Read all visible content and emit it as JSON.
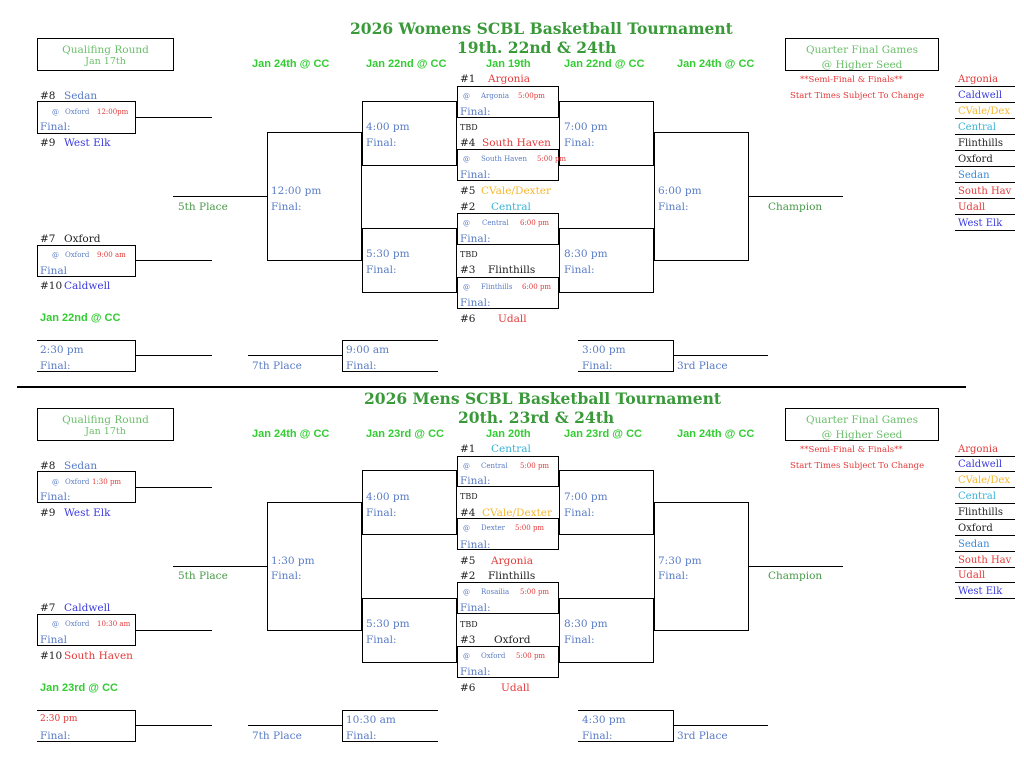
{
  "colors": {
    "title": "#3a9a3a",
    "date": "#33cc33",
    "blue": "#5a7dc6",
    "red": "#e33a3a",
    "green": "#4a9a4a",
    "orange": "#f5b731",
    "cyan": "#3ab3d6",
    "darkblue": "#3a3adf"
  },
  "women": {
    "title": "2026 Womens SCBL Basketball Tournament",
    "subtitle": "19th. 22nd & 24th",
    "qual_box": {
      "line1": "Qualifing Round",
      "line2": "Jan 17th"
    },
    "qf_box": {
      "line1": "Quarter Final Games",
      "line2": "@ Higher Seed"
    },
    "dates": [
      "Jan 24th @ CC",
      "Jan 22nd @ CC",
      "Jan 19th",
      "Jan 22nd @ CC",
      "Jan 24th @ CC"
    ],
    "notes": [
      "**Semi-Final & Finals**",
      "Start Times Subject To Change"
    ],
    "q1": {
      "top_seed": "#8",
      "top_team": "Sedan",
      "at": "@",
      "site": "Oxford",
      "time": "12:00pm",
      "final": "Final:",
      "bot_seed": "#9",
      "bot_team": "West Elk"
    },
    "q2": {
      "top_seed": "#7",
      "top_team": "Oxford",
      "at": "@",
      "site": "Oxford",
      "time": "9:00 am",
      "final": "Final",
      "bot_seed": "#10",
      "bot_team": "Caldwell"
    },
    "q2_date": "Jan 22nd @ CC",
    "qf": [
      {
        "seed": "#1",
        "team": "Argonia",
        "site": "Argonia",
        "time": "5:00pm",
        "final": "Final:"
      },
      {
        "seed": "#4",
        "team": "South Haven",
        "site": "South Haven",
        "time": "5:00 pm",
        "final": "Final:"
      },
      {
        "seed": "#2",
        "team": "Central",
        "site": "Central",
        "time": "6:00 pm",
        "final": "Final:"
      },
      {
        "seed": "#3",
        "team": "Flinthills",
        "site": "Flinthills",
        "time": "6:00 pm",
        "final": "Final:"
      }
    ],
    "tbd1": "TBD",
    "tbd2": "TBD",
    "seed5": "#5",
    "team5": "CVale/Dexter",
    "seed6": "#6",
    "team6": "Udall",
    "left_sf1": {
      "time": "4:00 pm",
      "final": "Final:"
    },
    "left_sf2": {
      "time": "5:30 pm",
      "final": "Final:"
    },
    "right_sf1": {
      "time": "7:00 pm",
      "final": "Final:"
    },
    "right_sf2": {
      "time": "8:30 pm",
      "final": "Final:"
    },
    "left_final": {
      "time": "12:00 pm",
      "final": "Final:"
    },
    "right_final": {
      "time": "6:00 pm",
      "final": "Final:"
    },
    "fifth": "5th Place",
    "champion": "Champion",
    "bottom": [
      {
        "time": "2:30 pm",
        "final": "Final:"
      },
      {
        "time": "9:00 am",
        "final": "Final:"
      },
      {
        "time": "3:00 pm",
        "final": "Final:"
      }
    ],
    "seventh": "7th Place",
    "third": "3rd Place",
    "side": [
      "Argonia",
      "Caldwell",
      "CVale/Dex",
      "Central",
      "Flinthills",
      "Oxford",
      "Sedan",
      "South Hav",
      "Udall",
      "West Elk"
    ]
  },
  "men": {
    "title": "2026 Mens SCBL Basketball Tournament",
    "subtitle": "20th. 23rd & 24th",
    "qual_box": {
      "line1": "Qualifing Round",
      "line2": "Jan 17th"
    },
    "qf_box": {
      "line1": "Quarter Final Games",
      "line2": "@ Higher Seed"
    },
    "dates": [
      "Jan 24th @ CC",
      "Jan 23rd @ CC",
      "Jan 20th",
      "Jan 23rd @ CC",
      "Jan 24th @ CC"
    ],
    "notes": [
      "**Semi-Final & Finals**",
      "Start Times Subject To Change"
    ],
    "q1": {
      "top_seed": "#8",
      "top_team": "Sedan",
      "at": "@",
      "site": "Oxford",
      "time": "1:30 pm",
      "final": "Final:",
      "bot_seed": "#9",
      "bot_team": "West Elk"
    },
    "q2": {
      "top_seed": "#7",
      "top_team": "Caldwell",
      "at": "@",
      "site": "Oxford",
      "time": "10:30 am",
      "final": "Final",
      "bot_seed": "#10",
      "bot_team": "South Haven"
    },
    "q2_date": "Jan 23rd @ CC",
    "qf": [
      {
        "seed": "#1",
        "team": "Central",
        "site": "Central",
        "time": "5:00 pm",
        "final": "Final:"
      },
      {
        "seed": "#4",
        "team": "CVale/Dexter",
        "site": "Dexter",
        "time": "5:00 pm",
        "final": "Final:"
      },
      {
        "seed": "#2",
        "team": "Flinthills",
        "site": "Rosailia",
        "time": "5:00 pm",
        "final": "Final:"
      },
      {
        "seed": "#3",
        "team": "Oxford",
        "site": "Oxford",
        "time": "5:00 pm",
        "final": "Final:"
      }
    ],
    "tbd1": "TBD",
    "tbd2": "TBD",
    "seed5": "#5",
    "team5": "Argonia",
    "seed6": "#6",
    "team6": "Udall",
    "left_sf1": {
      "time": "4:00 pm",
      "final": "Final:"
    },
    "left_sf2": {
      "time": "5:30 pm",
      "final": "Final:"
    },
    "right_sf1": {
      "time": "7:00 pm",
      "final": "Final:"
    },
    "right_sf2": {
      "time": "8:30 pm",
      "final": "Final:"
    },
    "left_final": {
      "time": "1:30 pm",
      "final": "Final:"
    },
    "right_final": {
      "time": "7:30 pm",
      "final": "Final:"
    },
    "fifth": "5th Place",
    "champion": "Champion",
    "bottom": [
      {
        "time": "2:30 pm",
        "final": "Final:"
      },
      {
        "time": "10:30 am",
        "final": "Final:"
      },
      {
        "time": "4:30 pm",
        "final": "Final:"
      }
    ],
    "seventh": "7th Place",
    "third": "3rd Place",
    "side": [
      "Argonia",
      "Caldwell",
      "CVale/Dex",
      "Central",
      "Flinthills",
      "Oxford",
      "Sedan",
      "South Hav",
      "Udall",
      "West Elk"
    ]
  }
}
